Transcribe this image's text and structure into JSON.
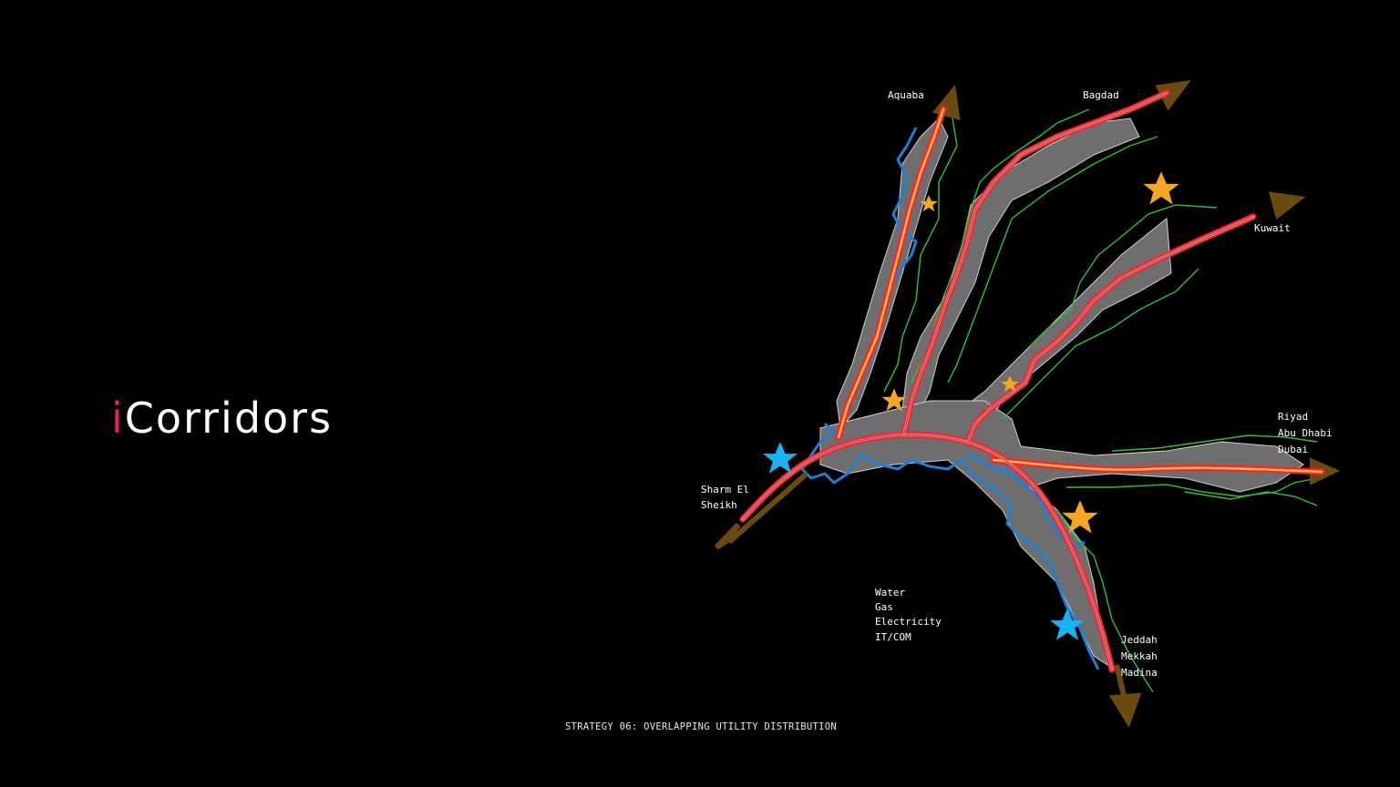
{
  "title": {
    "prefix": "i",
    "main": "Corridors"
  },
  "caption": "STRATEGY 06: OVERLAPPING UTILITY DISTRIBUTION",
  "cities": {
    "aquaba": "Aquaba",
    "bagdad": "Bagdad",
    "kuwait": "Kuwait",
    "riyad": "Riyad",
    "abu_dhabi": "Abu Dhabi",
    "dubai": "Dubai",
    "sharm_line1": "Sharm El",
    "sharm_line2": "Sheikh",
    "jeddah": "Jeddah",
    "mekkah": "Mekkah",
    "madina": "Madina"
  },
  "utilities": [
    "Water",
    "Gas",
    "Electricity",
    "IT/COM"
  ],
  "colors": {
    "background": "#000000",
    "title_accent": "#e0245e",
    "corridor_red": "#ff1f3a",
    "corridor_yellow": "#f2c230",
    "corridor_purple": "#8a3fa6",
    "arrow": "#6b4a12",
    "water": "#1f7fd6",
    "boundary": "#2fbf3a",
    "land": "#6e6e6e",
    "star_orange": "#f5a623",
    "star_blue": "#1ab2f0"
  },
  "icons": [
    "star-icon",
    "arrow-icon"
  ]
}
